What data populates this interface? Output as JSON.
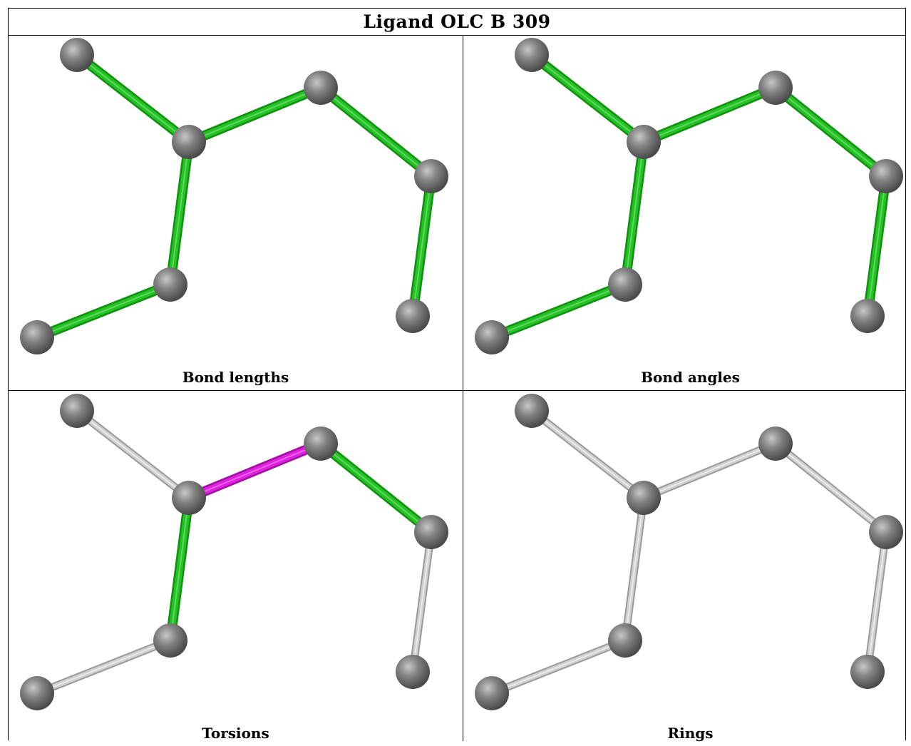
{
  "title": "Ligand OLC B 309",
  "panels": [
    {
      "caption": "Bond lengths",
      "bond_colors": [
        "green",
        "green",
        "green",
        "green",
        "green",
        "green",
        "green"
      ]
    },
    {
      "caption": "Bond angles",
      "bond_colors": [
        "green",
        "green",
        "green",
        "green",
        "green",
        "green",
        "green"
      ]
    },
    {
      "caption": "Torsions",
      "bond_colors": [
        "grey",
        "magenta",
        "green",
        "green",
        "grey",
        "green",
        "grey"
      ]
    },
    {
      "caption": "Rings",
      "bond_colors": [
        "grey",
        "grey",
        "grey",
        "grey",
        "grey",
        "grey",
        "grey"
      ]
    }
  ],
  "colors": {
    "green": "#22c322",
    "grey": "#d0d0d0",
    "magenta": "#e020e0",
    "atom": "#7a7a7a"
  }
}
